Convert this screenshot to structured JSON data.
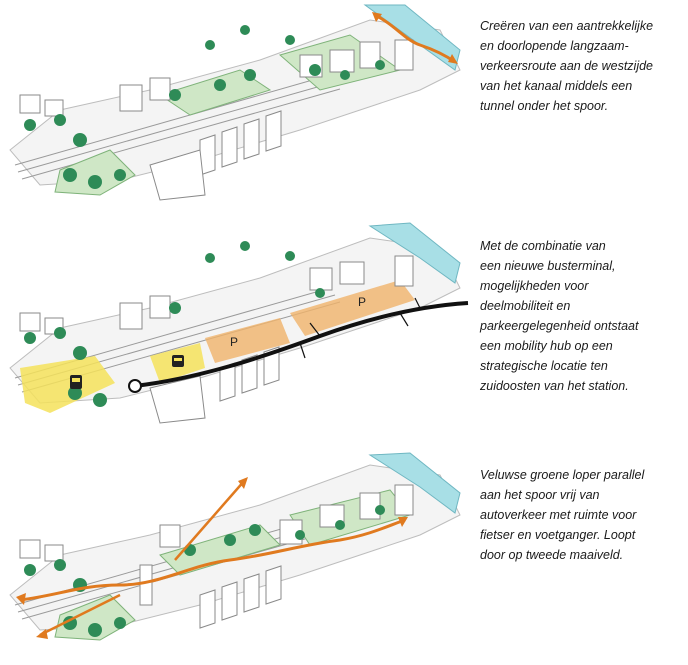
{
  "panels": [
    {
      "caption_lines": [
        "Creëren van een aantrekkelijke",
        "en doorlopende langzaam-",
        "verkeersroute aan de westzijde",
        "van het kanaal middels een",
        "tunnel onder het spoor."
      ]
    },
    {
      "caption_lines": [
        "Met de combinatie van",
        "een nieuwe busterminal,",
        "mogelijkheden voor",
        "deelmobiliteit en",
        "parkeergelegenheid ontstaat",
        "een mobility hub op een",
        "strategische locatie ten",
        "zuidoosten van het station."
      ],
      "labels": {
        "parking_a": "P",
        "parking_b": "P"
      },
      "icons": [
        "train-icon",
        "bus-icon"
      ]
    },
    {
      "caption_lines": [
        "Veluwse groene loper parallel",
        "aan het spoor vrij van",
        "autoverkeer met ruimte voor",
        "fietser en voetganger. Loopt",
        "door op tweede maaiveld."
      ]
    }
  ],
  "colors": {
    "green_dark": "#2e8b57",
    "green_light": "#cfe7c6",
    "water": "#a8dfe6",
    "route_orange": "#e07a1f",
    "hub_yellow": "#f5e25a",
    "parking_orange": "#f0b36a",
    "road_black": "#111111"
  }
}
